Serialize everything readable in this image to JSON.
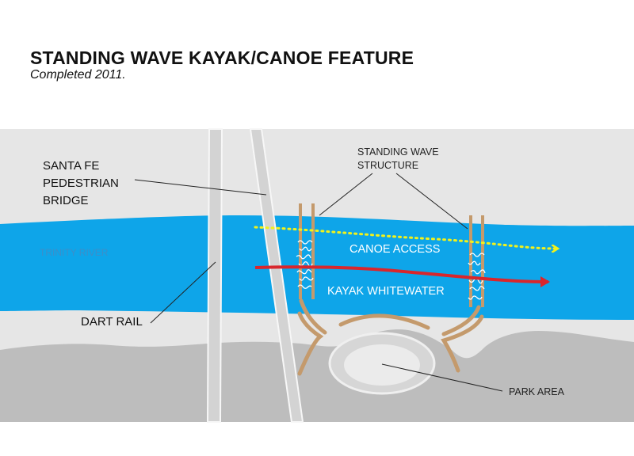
{
  "header": {
    "title": "STANDING WAVE KAYAK/CANOE FEATURE",
    "subtitle": "Completed 2011."
  },
  "labels": {
    "bridge": [
      "SANTA FE",
      "PEDESTRIAN",
      "BRIDGE"
    ],
    "structure": [
      "STANDING WAVE",
      "STRUCTURE"
    ],
    "river": "TRINITY RIVER",
    "canoe": "CANOE ACCESS",
    "kayak": "KAYAK WHITEWATER",
    "rail": "DART RAIL",
    "park": "PARK AREA"
  },
  "colors": {
    "river": "#0ea5e9",
    "bank": "#bdbdbd",
    "sky": "#e6e6e6",
    "structure": "#c49a6c",
    "canoe_path": "#f2f21a",
    "kayak_path": "#d9262c"
  }
}
